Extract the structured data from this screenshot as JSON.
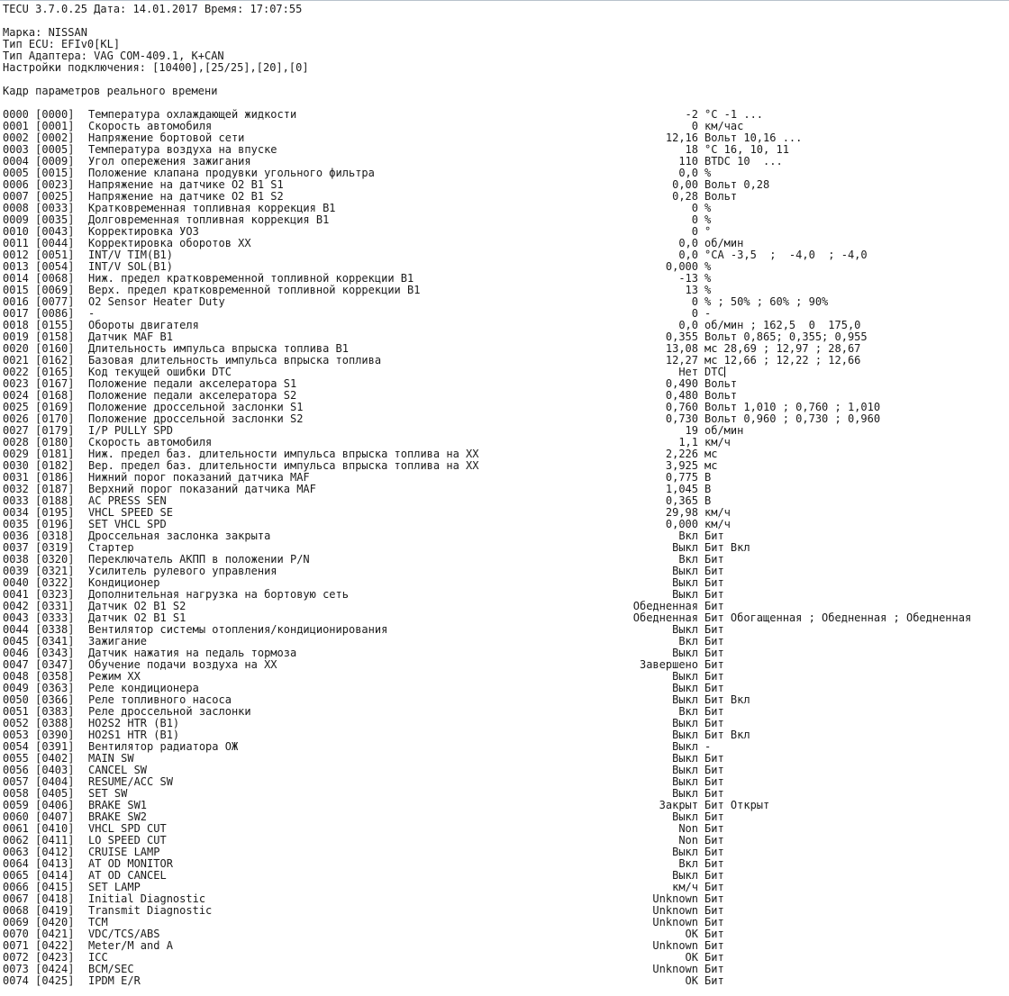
{
  "header": {
    "line1": "TECU 3.7.0.25 Дата: 14.01.2017 Время: 17:07:55",
    "brand": "Марка: NISSAN",
    "ecu_type": "Тип ECU: EFIv0[KL]",
    "adapter": "Тип Адаптера: VAG COM-409.1, K+CAN",
    "connection": "Настройки подключения: [10400],[25/25],[20],[0]",
    "section_title": "Кадр параметров реального времени"
  },
  "rows": [
    {
      "code": "0000 [0000]",
      "name": "Температура охлаждающей жидкости",
      "value": "-2",
      "unit": "°C -1 ..."
    },
    {
      "code": "0001 [0001]",
      "name": "Скорость автомобиля",
      "value": "0",
      "unit": "км/час"
    },
    {
      "code": "0002 [0002]",
      "name": "Напряжение бортовой сети",
      "value": "12,16",
      "unit": "Вольт 10,16 ..."
    },
    {
      "code": "0003 [0005]",
      "name": "Температура воздуха на впуске",
      "value": "18",
      "unit": "°C 16, 10, 11"
    },
    {
      "code": "0004 [0009]",
      "name": "Угол опережения зажигания",
      "value": "110",
      "unit": "BTDC 10  ..."
    },
    {
      "code": "0005 [0015]",
      "name": "Положение клапана продувки угольного фильтра",
      "value": "0,0",
      "unit": "%"
    },
    {
      "code": "0006 [0023]",
      "name": "Напряжение на датчике O2 B1 S1",
      "value": "0,00",
      "unit": "Вольт 0,28"
    },
    {
      "code": "0007 [0025]",
      "name": "Напряжение на датчике O2 B1 S2",
      "value": "0,28",
      "unit": "Вольт"
    },
    {
      "code": "0008 [0033]",
      "name": "Кратковременная топливная коррекция B1",
      "value": "0",
      "unit": "%"
    },
    {
      "code": "0009 [0035]",
      "name": "Долговременная топливная коррекция B1",
      "value": "0",
      "unit": "%"
    },
    {
      "code": "0010 [0043]",
      "name": "Корректировка УОЗ",
      "value": "0",
      "unit": "°"
    },
    {
      "code": "0011 [0044]",
      "name": "Корректировка оборотов ХХ",
      "value": "0,0",
      "unit": "об/мин"
    },
    {
      "code": "0012 [0051]",
      "name": "INT/V TIM(B1)",
      "value": "0,0",
      "unit": "°CA -3,5  ;  -4,0  ; -4,0"
    },
    {
      "code": "0013 [0054]",
      "name": "INT/V SOL(B1)",
      "value": "0,000",
      "unit": "%"
    },
    {
      "code": "0014 [0068]",
      "name": "Ниж. предел кратковременной топливной коррекции B1",
      "value": "-13",
      "unit": "%"
    },
    {
      "code": "0015 [0069]",
      "name": "Верх. предел кратковременной топливной коррекции B1",
      "value": "13",
      "unit": "%"
    },
    {
      "code": "0016 [0077]",
      "name": "O2 Sensor Heater Duty",
      "value": "0",
      "unit": "% ; 50% ; 60% ; 90%"
    },
    {
      "code": "0017 [0086]",
      "name": "-",
      "value": "0",
      "unit": "-"
    },
    {
      "code": "0018 [0155]",
      "name": "Обороты двигателя",
      "value": "0,0",
      "unit": "об/мин ; 162,5  0  175,0"
    },
    {
      "code": "0019 [0158]",
      "name": "Датчик MAF B1",
      "value": "0,355",
      "unit": "Вольт 0,865; 0,355; 0,955"
    },
    {
      "code": "0020 [0160]",
      "name": "Длительность импульса впрыска топлива B1",
      "value": "13,08",
      "unit": "мс 28,69 ; 12,97 ; 28,67"
    },
    {
      "code": "0021 [0162]",
      "name": "Базовая длительность импульса впрыска топлива",
      "value": "12,27",
      "unit": "мс 12,66 ; 12,22 ; 12,66"
    },
    {
      "code": "0022 [0165]",
      "name": "Код текущей ошибки DTC",
      "value": "Нет",
      "unit": "DTC",
      "caret": true
    },
    {
      "code": "0023 [0167]",
      "name": "Положение педали акселератора S1",
      "value": "0,490",
      "unit": "Вольт"
    },
    {
      "code": "0024 [0168]",
      "name": "Положение педали акселератора S2",
      "value": "0,480",
      "unit": "Вольт"
    },
    {
      "code": "0025 [0169]",
      "name": "Положение дроссельной заслонки S1",
      "value": "0,760",
      "unit": "Вольт 1,010 ; 0,760 ; 1,010"
    },
    {
      "code": "0026 [0170]",
      "name": "Положение дроссельной заслонки S2",
      "value": "0,730",
      "unit": "Вольт 0,960 ; 0,730 ; 0,960"
    },
    {
      "code": "0027 [0179]",
      "name": "I/P PULLY SPD",
      "value": "19",
      "unit": "об/мин"
    },
    {
      "code": "0028 [0180]",
      "name": "Скорость автомобиля",
      "value": "1,1",
      "unit": "км/ч"
    },
    {
      "code": "0029 [0181]",
      "name": "Ниж. предел баз. длительности импульса впрыска топлива на ХХ",
      "value": "2,226",
      "unit": "мс"
    },
    {
      "code": "0030 [0182]",
      "name": "Вер. предел баз. длительности импульса впрыска топлива на ХХ",
      "value": "3,925",
      "unit": "мс"
    },
    {
      "code": "0031 [0186]",
      "name": "Нижний порог показаний датчика MAF",
      "value": "0,775",
      "unit": "В"
    },
    {
      "code": "0032 [0187]",
      "name": "Верхний порог показаний датчика MAF",
      "value": "1,045",
      "unit": "В"
    },
    {
      "code": "0033 [0188]",
      "name": "AC PRESS SEN",
      "value": "0,365",
      "unit": "В"
    },
    {
      "code": "0034 [0195]",
      "name": "VHCL SPEED SE",
      "value": "29,98",
      "unit": "км/ч"
    },
    {
      "code": "0035 [0196]",
      "name": "SET VHCL SPD",
      "value": "0,000",
      "unit": "км/ч"
    },
    {
      "code": "0036 [0318]",
      "name": "Дроссельная заслонка закрыта",
      "value": "Вкл",
      "unit": "Бит"
    },
    {
      "code": "0037 [0319]",
      "name": "Стартер",
      "value": "Выкл",
      "unit": "Бит Вкл"
    },
    {
      "code": "0038 [0320]",
      "name": "Переключатель АКПП в положении P/N",
      "value": "Вкл",
      "unit": "Бит"
    },
    {
      "code": "0039 [0321]",
      "name": "Усилитель рулевого управления",
      "value": "Выкл",
      "unit": "Бит"
    },
    {
      "code": "0040 [0322]",
      "name": "Кондиционер",
      "value": "Выкл",
      "unit": "Бит"
    },
    {
      "code": "0041 [0323]",
      "name": "Дополнительная нагрузка на бортовую сеть",
      "value": "Выкл",
      "unit": "Бит"
    },
    {
      "code": "0042 [0331]",
      "name": "Датчик O2 B1 S2",
      "value": "Обедненная",
      "unit": "Бит"
    },
    {
      "code": "0043 [0333]",
      "name": "Датчик O2 B1 S1",
      "value": "Обедненная",
      "unit": "Бит Обогащенная ; Обедненная ; Обедненная"
    },
    {
      "code": "0044 [0338]",
      "name": "Вентилятор системы отопления/кондиционирования",
      "value": "Выкл",
      "unit": "Бит"
    },
    {
      "code": "0045 [0341]",
      "name": "Зажигание",
      "value": "Вкл",
      "unit": "Бит"
    },
    {
      "code": "0046 [0343]",
      "name": "Датчик нажатия на педаль тормоза",
      "value": "Выкл",
      "unit": "Бит"
    },
    {
      "code": "0047 [0347]",
      "name": "Обучение подачи воздуха на ХХ",
      "value": "Завершено",
      "unit": "Бит"
    },
    {
      "code": "0048 [0358]",
      "name": "Режим ХХ",
      "value": "Выкл",
      "unit": "Бит"
    },
    {
      "code": "0049 [0363]",
      "name": "Реле кондиционера",
      "value": "Выкл",
      "unit": "Бит"
    },
    {
      "code": "0050 [0366]",
      "name": "Реле топливного насоса",
      "value": "Выкл",
      "unit": "Бит Вкл"
    },
    {
      "code": "0051 [0383]",
      "name": "Реле дроссельной заслонки",
      "value": "Вкл",
      "unit": "Бит"
    },
    {
      "code": "0052 [0388]",
      "name": "HO2S2 HTR (B1)",
      "value": "Выкл",
      "unit": "Бит"
    },
    {
      "code": "0053 [0390]",
      "name": "HO2S1 HTR (B1)",
      "value": "Выкл",
      "unit": "Бит Вкл"
    },
    {
      "code": "0054 [0391]",
      "name": "Вентилятор радиатора ОЖ",
      "value": "Выкл",
      "unit": "-"
    },
    {
      "code": "0055 [0402]",
      "name": "MAIN SW",
      "value": "Выкл",
      "unit": "Бит"
    },
    {
      "code": "0056 [0403]",
      "name": "CANCEL SW",
      "value": "Выкл",
      "unit": "Бит"
    },
    {
      "code": "0057 [0404]",
      "name": "RESUME/ACC SW",
      "value": "Выкл",
      "unit": "Бит"
    },
    {
      "code": "0058 [0405]",
      "name": "SET SW",
      "value": "Выкл",
      "unit": "Бит"
    },
    {
      "code": "0059 [0406]",
      "name": "BRAKE SW1",
      "value": "Закрыт",
      "unit": "Бит Открыт"
    },
    {
      "code": "0060 [0407]",
      "name": "BRAKE SW2",
      "value": "Выкл",
      "unit": "Бит"
    },
    {
      "code": "0061 [0410]",
      "name": "VHCL SPD CUT",
      "value": "Non",
      "unit": "Бит"
    },
    {
      "code": "0062 [0411]",
      "name": "LO SPEED CUT",
      "value": "Non",
      "unit": "Бит"
    },
    {
      "code": "0063 [0412]",
      "name": "CRUISE LAMP",
      "value": "Выкл",
      "unit": "Бит"
    },
    {
      "code": "0064 [0413]",
      "name": "AT OD MONITOR",
      "value": "Вкл",
      "unit": "Бит"
    },
    {
      "code": "0065 [0414]",
      "name": "AT OD CANCEL",
      "value": "Выкл",
      "unit": "Бит"
    },
    {
      "code": "0066 [0415]",
      "name": "SET LAMP",
      "value": "км/ч",
      "unit": "Бит"
    },
    {
      "code": "0067 [0418]",
      "name": "Initial Diagnostic",
      "value": "Unknown",
      "unit": "Бит"
    },
    {
      "code": "0068 [0419]",
      "name": "Transmit Diagnostic",
      "value": "Unknown",
      "unit": "Бит"
    },
    {
      "code": "0069 [0420]",
      "name": "TCM",
      "value": "Unknown",
      "unit": "Бит"
    },
    {
      "code": "0070 [0421]",
      "name": "VDC/TCS/ABS",
      "value": "OK",
      "unit": "Бит"
    },
    {
      "code": "0071 [0422]",
      "name": "Meter/M and A",
      "value": "Unknown",
      "unit": "Бит"
    },
    {
      "code": "0072 [0423]",
      "name": "ICC",
      "value": "OK",
      "unit": "Бит"
    },
    {
      "code": "0073 [0424]",
      "name": "BCM/SEC",
      "value": "Unknown",
      "unit": "Бит"
    },
    {
      "code": "0074 [0425]",
      "name": "IPDM E/R",
      "value": "OK",
      "unit": "Бит"
    }
  ]
}
